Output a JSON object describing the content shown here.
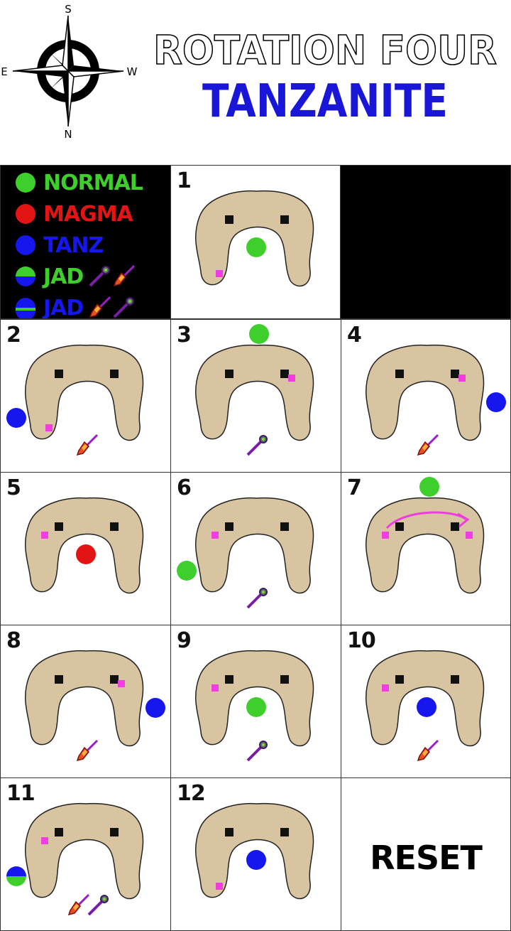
{
  "header": {
    "title_line1": "ROTATION FOUR",
    "title_line2": "TANZANITE",
    "title_line2_color": "#1a16d8",
    "compass": {
      "top": "S",
      "bottom": "N",
      "left": "E",
      "right": "W"
    }
  },
  "legend": {
    "items": [
      {
        "label": "NORMAL",
        "color": "#3ecf2c",
        "type": "normal"
      },
      {
        "label": "MAGMA",
        "color": "#e31414",
        "type": "magma"
      },
      {
        "label": "TANZ",
        "color": "#1616ee",
        "type": "tanz"
      },
      {
        "label": "JAD",
        "color": "#3ecf2c",
        "type": "jad_green",
        "weapons": [
          "mage-staff-icon",
          "range-crossbow-icon"
        ]
      },
      {
        "label": "JAD",
        "color": "#1616ee",
        "type": "jad_blue",
        "weapons": [
          "range-crossbow-icon",
          "mage-staff-icon"
        ]
      }
    ]
  },
  "colors": {
    "normal": "#3ecf2c",
    "magma": "#e31414",
    "tanz": "#1616ee",
    "pillar": "#111111",
    "player": "#f03ce0",
    "arena": "#d8c4a0",
    "arrow": "#f03ce0"
  },
  "cells": [
    {
      "number": "1",
      "spawn": {
        "type": "normal",
        "position": "center"
      },
      "player": "bottom-left"
    },
    {
      "number": "2",
      "spawn": {
        "type": "tanz",
        "position": "west-outside"
      },
      "player": "bottom-left",
      "weapons": [
        "range-crossbow-icon"
      ]
    },
    {
      "number": "3",
      "spawn": {
        "type": "normal",
        "position": "top-outside"
      },
      "player": "right-pillar",
      "weapons": [
        "mage-staff-icon"
      ]
    },
    {
      "number": "4",
      "spawn": {
        "type": "tanz",
        "position": "east-outside"
      },
      "player": "right-pillar",
      "weapons": [
        "range-crossbow-icon"
      ]
    },
    {
      "number": "5",
      "spawn": {
        "type": "magma",
        "position": "center"
      },
      "player": "left-pillar"
    },
    {
      "number": "6",
      "spawn": {
        "type": "normal",
        "position": "west-outside"
      },
      "player": "left-pillar",
      "weapons": [
        "mage-staff-icon"
      ]
    },
    {
      "number": "7",
      "spawn": {
        "type": "normal",
        "position": "top-outside"
      },
      "player": "both-pillars-move",
      "arrow": "left-to-right"
    },
    {
      "number": "8",
      "spawn": {
        "type": "tanz",
        "position": "east-outside"
      },
      "player": "right-pillar",
      "weapons": [
        "range-crossbow-icon"
      ]
    },
    {
      "number": "9",
      "spawn": {
        "type": "normal",
        "position": "center"
      },
      "player": "left-pillar",
      "weapons": [
        "mage-staff-icon"
      ]
    },
    {
      "number": "10",
      "spawn": {
        "type": "tanz",
        "position": "center"
      },
      "player": "left-pillar",
      "weapons": [
        "range-crossbow-icon"
      ]
    },
    {
      "number": "11",
      "spawn": {
        "type": "jad_blue",
        "position": "west-outside"
      },
      "player": "left-pillar",
      "weapons": [
        "range-crossbow-icon",
        "mage-staff-icon"
      ]
    },
    {
      "number": "12",
      "spawn": {
        "type": "tanz",
        "position": "center"
      },
      "player": "bottom-left"
    },
    {
      "label": "RESET"
    }
  ]
}
